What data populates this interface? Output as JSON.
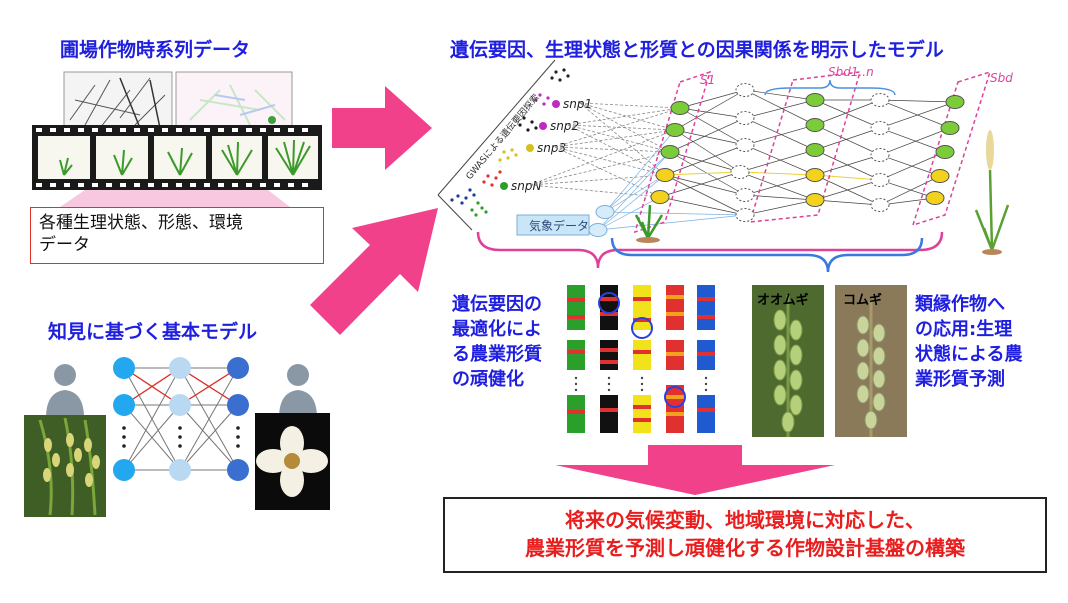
{
  "left": {
    "title_top": "圃場作物時系列データ",
    "data_box": "各種生理状態、形態、環境\nデータ",
    "title_bottom": "知見に基づく基本モデル"
  },
  "center": {
    "title": "遺伝要因、生理状態と形質との因果関係を明示したモデル",
    "snp_labels": [
      "snp1",
      "snp2",
      "snp3",
      "snpN"
    ],
    "weather_label": "気象データ",
    "gwas_label": "GWASによる遺伝要因探索",
    "layer_labels": [
      "S1",
      "Sbd1..n",
      "Sbd"
    ]
  },
  "bottom_left_text": "遺伝要因の\n最適化によ\nる農業形質\nの頑健化",
  "bottom_right": {
    "barley_label": "オオムギ",
    "wheat_label": "コムギ",
    "text": "類縁作物へ\nの応用:生理\n状態による農\n業形質予測"
  },
  "conclusion": "将来の気候変動、地域環境に対応した、\n農業形質を予測し頑健化する作物設計基盤の構築",
  "colors": {
    "pink_arrow": "#f0418a",
    "title_blue": "#1f1fe0",
    "conclusion_red": "#e81e1e",
    "green_node": "#7ccc3a",
    "yellow_node": "#f2d21c",
    "blue_node": "#2f7fe0"
  }
}
